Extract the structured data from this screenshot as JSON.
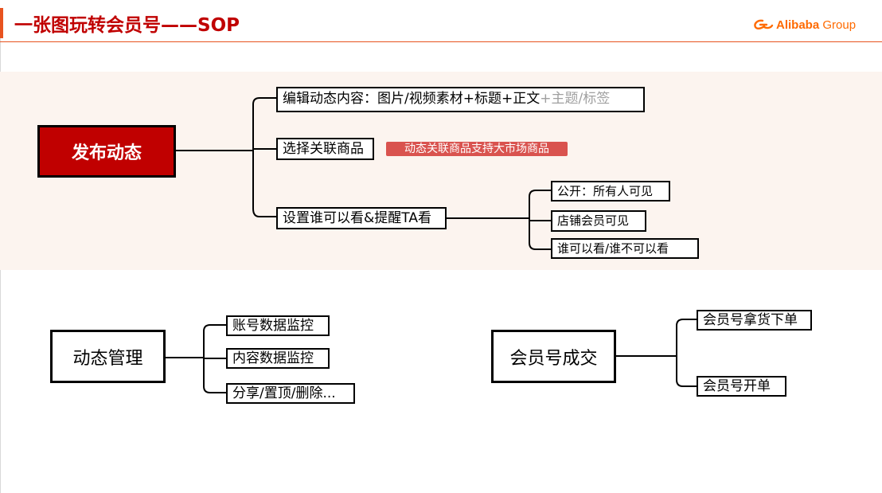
{
  "slide": {
    "title": "一张图玩转会员号——SOP",
    "logo": {
      "brand": "Alibaba",
      "suffix": "Group",
      "brand_color": "#ff6a00"
    },
    "accent_color": "#e8531f",
    "title_color": "#c00000"
  },
  "publish": {
    "root": "发布动态",
    "edit_content_main": "编辑动态内容：图片/视频素材+标题+正文",
    "edit_content_optional": "+主题/标签",
    "select_product": "选择关联商品",
    "product_tag": "动态关联商品支持大市场商品",
    "visibility": "设置谁可以看&提醒TA看",
    "visibility_options": [
      "公开：所有人可见",
      "店铺会员可见",
      "谁可以看/谁不可以看"
    ],
    "root_color": "#c00000",
    "tag_color": "#d9534f"
  },
  "manage": {
    "root": "动态管理",
    "children": [
      "账号数据监控",
      "内容数据监控",
      "分享/置顶/删除..."
    ]
  },
  "deal": {
    "root": "会员号成交",
    "children": [
      "会员号拿货下单",
      "会员号开单"
    ]
  }
}
